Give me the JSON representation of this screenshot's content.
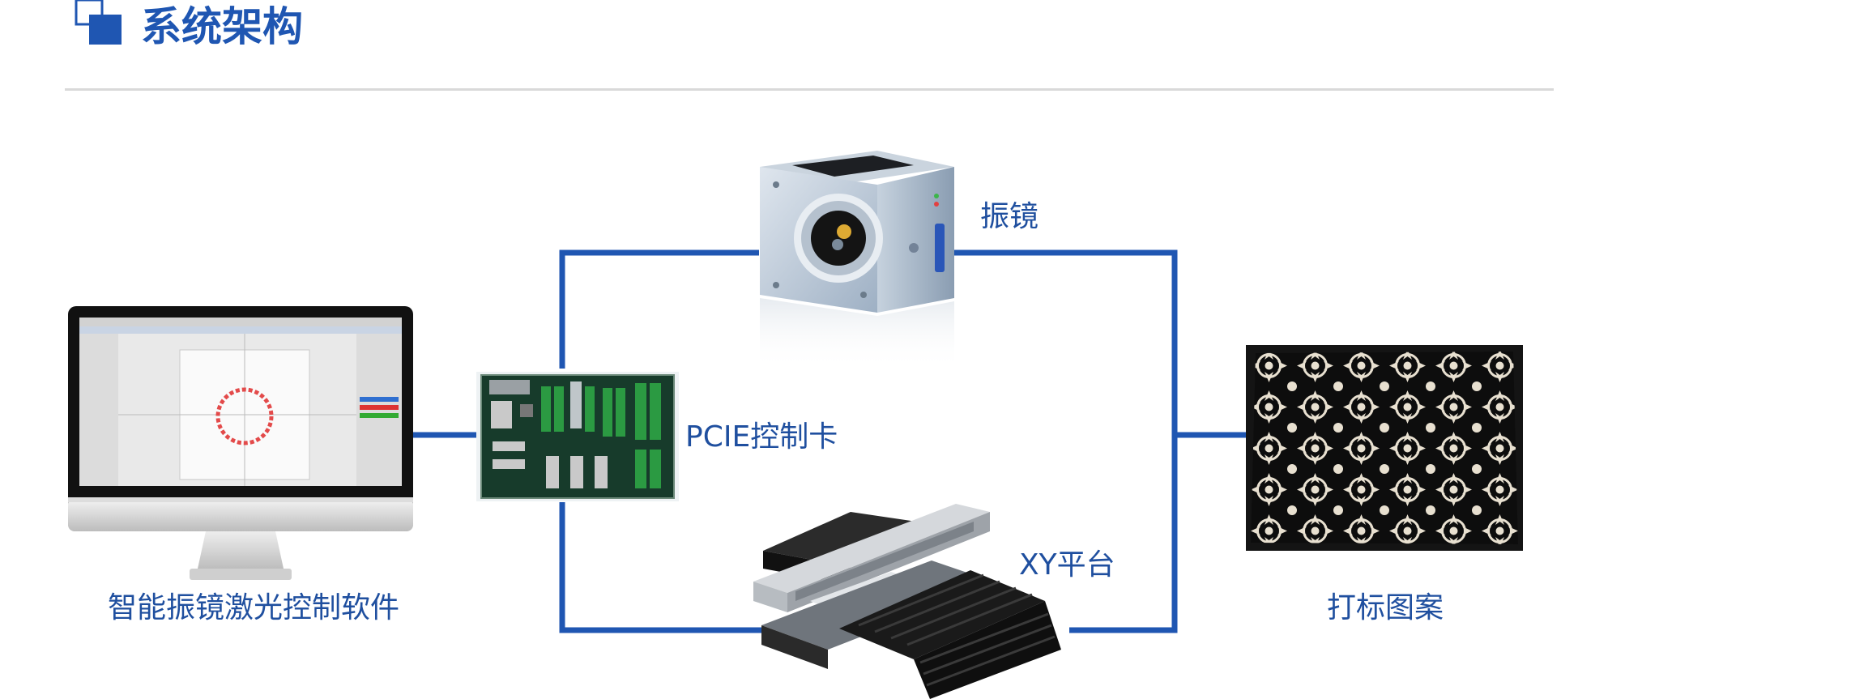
{
  "header": {
    "title": "系统架构"
  },
  "nodes": {
    "software": {
      "label": "智能振镜激光控制软件"
    },
    "galvo": {
      "label": "振镜"
    },
    "control_card": {
      "label": "PCIE控制卡"
    },
    "xy_stage": {
      "label": "XY平台"
    },
    "pattern": {
      "label": "打标图案"
    }
  },
  "icons": {
    "title_icon": "overlapping-squares-icon",
    "software": "monitor-icon",
    "galvo": "galvo-scanner-icon",
    "control_card": "circuit-board-icon",
    "xy_stage": "linear-stage-icon",
    "pattern": "ornamental-pattern-icon"
  },
  "colors": {
    "accent": "#1f56b2",
    "connector": "#1f56b2",
    "divider": "#d9d9d9",
    "text": "#1f4f9f"
  }
}
